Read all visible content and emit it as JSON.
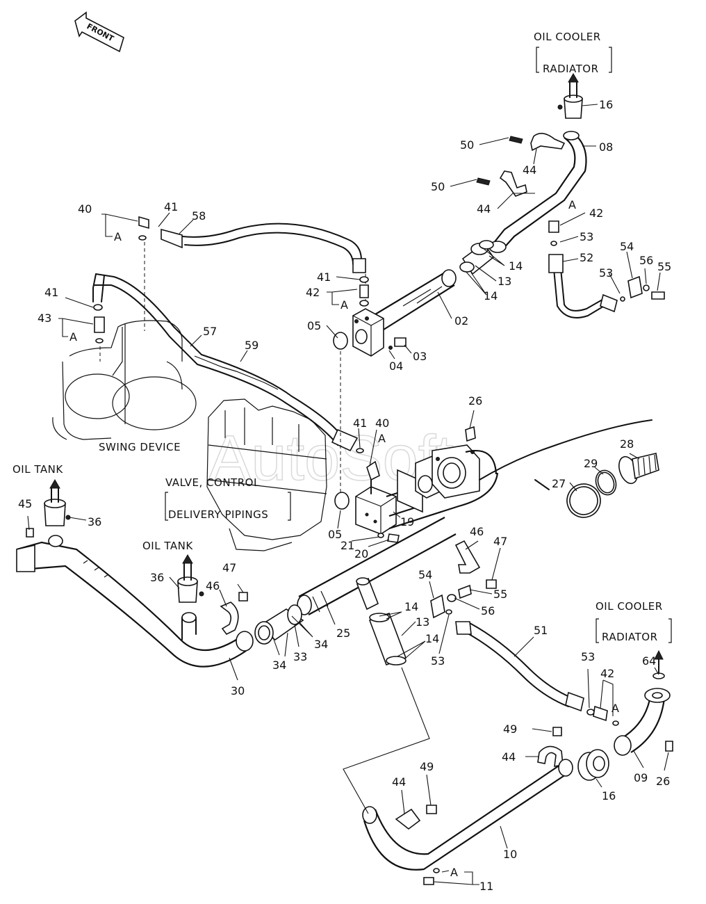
{
  "front_label": "FRONT",
  "captions": {
    "oil_cooler_top": "OIL COOLER",
    "radiator_top": "RADIATOR",
    "swing_device": "SWING DEVICE",
    "valve_control": "VALVE, CONTROL",
    "delivery_pipings": "DELIVERY PIPINGS",
    "oil_tank_left": "OIL TANK",
    "oil_tank_mid": "OIL TANK",
    "oil_cooler_right": "OIL COOLER",
    "radiator_right": "RADIATOR"
  },
  "watermark": "AutoSoft",
  "parts": [
    {
      "id": "p16a",
      "label": "16"
    },
    {
      "id": "p08",
      "label": "08"
    },
    {
      "id": "p50a",
      "label": "50"
    },
    {
      "id": "p44a",
      "label": "44"
    },
    {
      "id": "p50b",
      "label": "50"
    },
    {
      "id": "p44b",
      "label": "44"
    },
    {
      "id": "pAa",
      "label": "A"
    },
    {
      "id": "p42a",
      "label": "42"
    },
    {
      "id": "p53a",
      "label": "53"
    },
    {
      "id": "p52",
      "label": "52"
    },
    {
      "id": "p54a",
      "label": "54"
    },
    {
      "id": "p53b",
      "label": "53"
    },
    {
      "id": "p56a",
      "label": "56"
    },
    {
      "id": "p55a",
      "label": "55"
    },
    {
      "id": "p14a",
      "label": "14"
    },
    {
      "id": "p13a",
      "label": "13"
    },
    {
      "id": "p14b",
      "label": "14"
    },
    {
      "id": "p02",
      "label": "02"
    },
    {
      "id": "p40a",
      "label": "40"
    },
    {
      "id": "p41a",
      "label": "41"
    },
    {
      "id": "p58",
      "label": "58"
    },
    {
      "id": "pAb",
      "label": "A"
    },
    {
      "id": "p41b",
      "label": "41"
    },
    {
      "id": "p42b",
      "label": "42"
    },
    {
      "id": "pAc",
      "label": "A"
    },
    {
      "id": "p05a",
      "label": "05"
    },
    {
      "id": "p03",
      "label": "03"
    },
    {
      "id": "p04",
      "label": "04"
    },
    {
      "id": "p41c",
      "label": "41"
    },
    {
      "id": "p43",
      "label": "43"
    },
    {
      "id": "pAd",
      "label": "A"
    },
    {
      "id": "p57",
      "label": "57"
    },
    {
      "id": "p59",
      "label": "59"
    },
    {
      "id": "p26a",
      "label": "26"
    },
    {
      "id": "p41d",
      "label": "41"
    },
    {
      "id": "p40b",
      "label": "40"
    },
    {
      "id": "pAe",
      "label": "A"
    },
    {
      "id": "p28",
      "label": "28"
    },
    {
      "id": "p29",
      "label": "29"
    },
    {
      "id": "p27",
      "label": "27"
    },
    {
      "id": "p19",
      "label": "19"
    },
    {
      "id": "p05b",
      "label": "05"
    },
    {
      "id": "p21",
      "label": "21"
    },
    {
      "id": "p20",
      "label": "20"
    },
    {
      "id": "p45",
      "label": "45"
    },
    {
      "id": "p36a",
      "label": "36"
    },
    {
      "id": "p46a",
      "label": "46"
    },
    {
      "id": "p47a",
      "label": "47"
    },
    {
      "id": "p36b",
      "label": "36"
    },
    {
      "id": "p47b",
      "label": "47"
    },
    {
      "id": "p46b",
      "label": "46"
    },
    {
      "id": "p54b",
      "label": "54"
    },
    {
      "id": "p55b",
      "label": "55"
    },
    {
      "id": "p56b",
      "label": "56"
    },
    {
      "id": "p14c",
      "label": "14"
    },
    {
      "id": "p13b",
      "label": "13"
    },
    {
      "id": "p14d",
      "label": "14"
    },
    {
      "id": "p53c",
      "label": "53"
    },
    {
      "id": "p25",
      "label": "25"
    },
    {
      "id": "p34a",
      "label": "34"
    },
    {
      "id": "p33",
      "label": "33"
    },
    {
      "id": "p34b",
      "label": "34"
    },
    {
      "id": "p30",
      "label": "30"
    },
    {
      "id": "p51",
      "label": "51"
    },
    {
      "id": "p64",
      "label": "64"
    },
    {
      "id": "p53d",
      "label": "53"
    },
    {
      "id": "p42c",
      "label": "42"
    },
    {
      "id": "pAf",
      "label": "A"
    },
    {
      "id": "p49a",
      "label": "49"
    },
    {
      "id": "p44c",
      "label": "44"
    },
    {
      "id": "p16b",
      "label": "16"
    },
    {
      "id": "p09",
      "label": "09"
    },
    {
      "id": "p26b",
      "label": "26"
    },
    {
      "id": "p44d",
      "label": "44"
    },
    {
      "id": "p49b",
      "label": "49"
    },
    {
      "id": "p10",
      "label": "10"
    },
    {
      "id": "pAg",
      "label": "A"
    },
    {
      "id": "p11",
      "label": "11"
    }
  ]
}
